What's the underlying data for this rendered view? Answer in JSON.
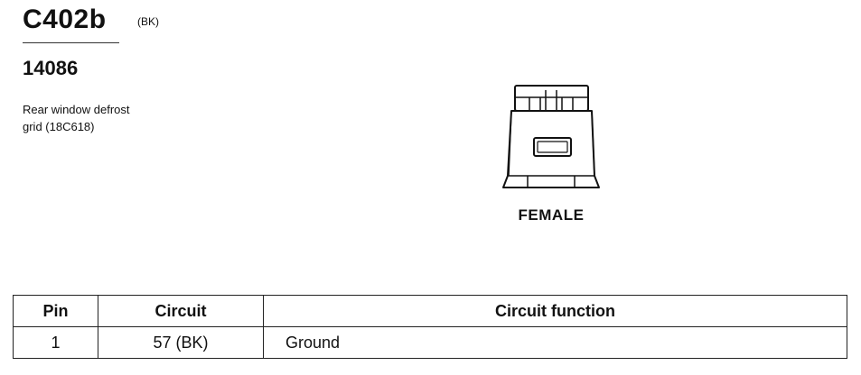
{
  "connector": {
    "id": "C402b",
    "color": "(BK)",
    "part_number": "14086",
    "description_line1": "Rear window defrost",
    "description_line2": "grid (18C618)",
    "gender": "FEMALE"
  },
  "pin_table": {
    "headers": [
      "Pin",
      "Circuit",
      "Circuit function"
    ],
    "rows": [
      [
        "1",
        "57 (BK)",
        "Ground"
      ]
    ]
  }
}
